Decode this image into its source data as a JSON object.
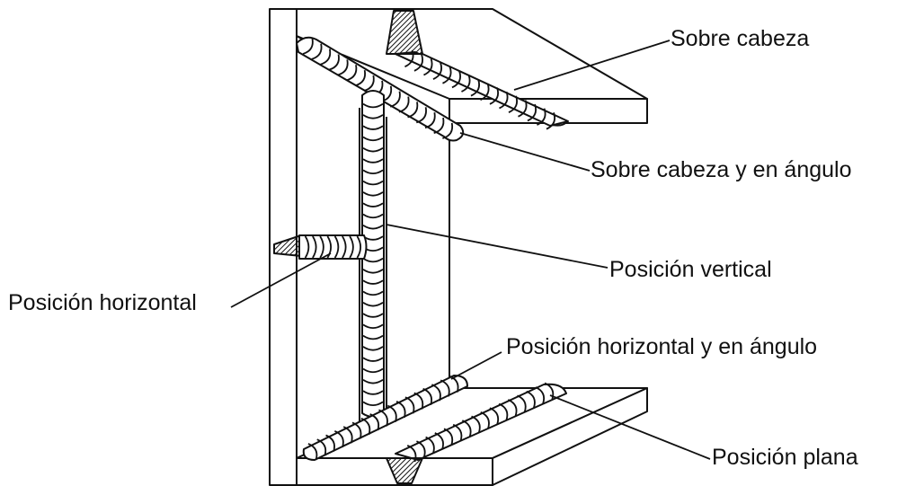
{
  "labels": {
    "overhead": "Sobre cabeza",
    "overhead_fillet": "Sobre cabeza  y en ángulo",
    "vertical": "Posición vertical",
    "horizontal": "Posición horizontal",
    "horizontal_fillet": "Posición horizontal  y en ángulo",
    "flat": "Posición plana"
  },
  "colors": {
    "stroke": "#111111",
    "weld_fill": "#ffffff",
    "groove_hatch": "#111111",
    "background": "#ffffff"
  }
}
